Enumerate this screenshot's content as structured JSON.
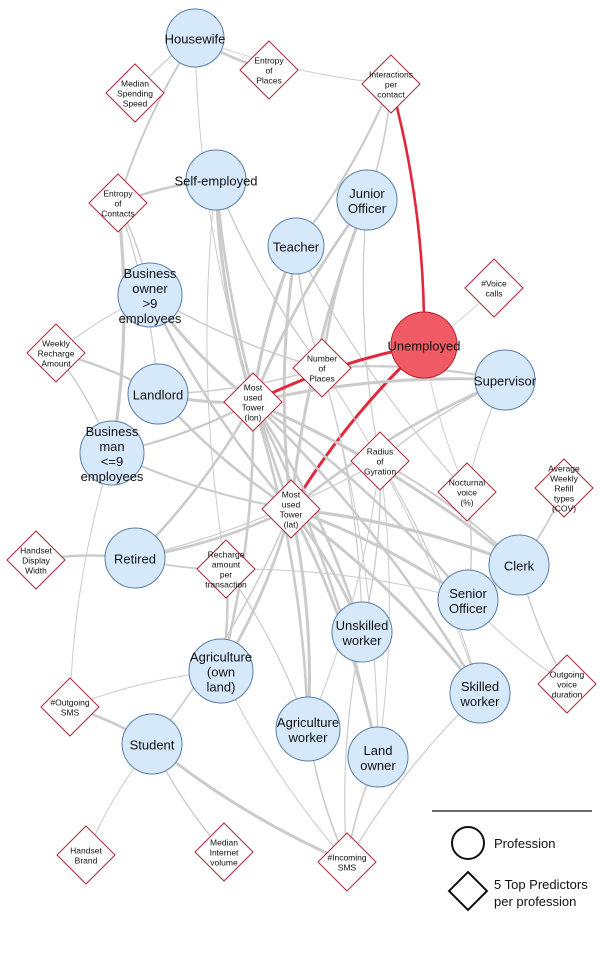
{
  "professions": [
    {
      "id": "housewife",
      "label": "Housewife",
      "highlight": false
    },
    {
      "id": "self_employed",
      "label": "Self-employed",
      "highlight": false
    },
    {
      "id": "junior_officer",
      "label": "Junior Officer",
      "highlight": false
    },
    {
      "id": "teacher",
      "label": "Teacher",
      "highlight": false
    },
    {
      "id": "business_owner",
      "label": "Business owner >9 employees",
      "highlight": false
    },
    {
      "id": "unemployed",
      "label": "Unemployed",
      "highlight": true
    },
    {
      "id": "supervisor",
      "label": "Supervisor",
      "highlight": false
    },
    {
      "id": "landlord",
      "label": "Landlord",
      "highlight": false
    },
    {
      "id": "business_man",
      "label": "Business man <=9 employees",
      "highlight": false
    },
    {
      "id": "retired",
      "label": "Retired",
      "highlight": false
    },
    {
      "id": "clerk",
      "label": "Clerk",
      "highlight": false
    },
    {
      "id": "senior_officer",
      "label": "Senior Officer",
      "highlight": false
    },
    {
      "id": "unskilled_worker",
      "label": "Unskilled worker",
      "highlight": false
    },
    {
      "id": "agriculture_own",
      "label": "Agriculture (own land)",
      "highlight": false
    },
    {
      "id": "skilled_worker",
      "label": "Skilled worker",
      "highlight": false
    },
    {
      "id": "agriculture_worker",
      "label": "Agriculture worker",
      "highlight": false
    },
    {
      "id": "land_owner",
      "label": "Land owner",
      "highlight": false
    },
    {
      "id": "student",
      "label": "Student",
      "highlight": false
    }
  ],
  "predictors": [
    {
      "id": "entropy_places",
      "label": "Entropy of Places"
    },
    {
      "id": "median_spending",
      "label": "Median Spending Speed"
    },
    {
      "id": "interactions",
      "label": "Interactions per contact"
    },
    {
      "id": "entropy_contacts",
      "label": "Entropy of Contacts"
    },
    {
      "id": "voice_calls",
      "label": "#Voice calls"
    },
    {
      "id": "weekly_recharge",
      "label": "Weekly Recharge Amount"
    },
    {
      "id": "number_places",
      "label": "Number of Places"
    },
    {
      "id": "tower_lon",
      "label": "Most used Tower (lon)"
    },
    {
      "id": "radius_gyration",
      "label": "Radius of Gyration"
    },
    {
      "id": "nocturnal_voice",
      "label": "Nocturnal voice (%)"
    },
    {
      "id": "avg_refill",
      "label": "Average Weekly Refill types (COV)"
    },
    {
      "id": "tower_lat",
      "label": "Most used Tower (lat)"
    },
    {
      "id": "handset_width",
      "label": "Handset Display Width"
    },
    {
      "id": "recharge_amount",
      "label": "Recharge amount per transaction"
    },
    {
      "id": "outgoing_voice",
      "label": "Outgoing voice duration"
    },
    {
      "id": "outgoing_sms",
      "label": "#Outgoing SMS"
    },
    {
      "id": "handset_brand",
      "label": "Handset Brand"
    },
    {
      "id": "median_internet",
      "label": "Median Internet volume"
    },
    {
      "id": "incoming_sms",
      "label": "#Incoming SMS"
    }
  ],
  "edges": [
    [
      "housewife",
      "entropy_places",
      2.6
    ],
    [
      "housewife",
      "median_spending",
      1.2
    ],
    [
      "housewife",
      "interactions",
      0.9
    ],
    [
      "housewife",
      "entropy_contacts",
      2.0
    ],
    [
      "housewife",
      "tower_lon",
      1.0
    ],
    [
      "self_employed",
      "entropy_contacts",
      2.6
    ],
    [
      "self_employed",
      "tower_lon",
      3.2
    ],
    [
      "self_employed",
      "tower_lat",
      2.6
    ],
    [
      "self_employed",
      "number_places",
      1.4
    ],
    [
      "self_employed",
      "recharge_amount",
      1.0
    ],
    [
      "junior_officer",
      "interactions",
      1.6
    ],
    [
      "junior_officer",
      "number_places",
      2.6
    ],
    [
      "junior_officer",
      "tower_lon",
      2.8
    ],
    [
      "junior_officer",
      "tower_lat",
      3.0
    ],
    [
      "junior_officer",
      "radius_gyration",
      1.2
    ],
    [
      "teacher",
      "interactions",
      2.2
    ],
    [
      "teacher",
      "tower_lon",
      3.2
    ],
    [
      "teacher",
      "tower_lat",
      3.0
    ],
    [
      "teacher",
      "number_places",
      1.4
    ],
    [
      "teacher",
      "nocturnal_voice",
      1.2
    ],
    [
      "business_owner",
      "entropy_contacts",
      1.4
    ],
    [
      "business_owner",
      "tower_lon",
      3.0
    ],
    [
      "business_owner",
      "tower_lat",
      2.6
    ],
    [
      "business_owner",
      "number_places",
      1.4
    ],
    [
      "business_owner",
      "weekly_recharge",
      1.0
    ],
    [
      "unemployed",
      "interactions",
      2.6
    ],
    [
      "unemployed",
      "voice_calls",
      0.9
    ],
    [
      "unemployed",
      "tower_lon",
      3.0
    ],
    [
      "unemployed",
      "tower_lat",
      3.0
    ],
    [
      "unemployed",
      "nocturnal_voice",
      0.9
    ],
    [
      "supervisor",
      "tower_lon",
      3.0
    ],
    [
      "supervisor",
      "tower_lat",
      2.6
    ],
    [
      "supervisor",
      "number_places",
      2.2
    ],
    [
      "supervisor",
      "radius_gyration",
      1.4
    ],
    [
      "supervisor",
      "nocturnal_voice",
      1.0
    ],
    [
      "landlord",
      "weekly_recharge",
      2.4
    ],
    [
      "landlord",
      "tower_lon",
      3.0
    ],
    [
      "landlord",
      "tower_lat",
      2.6
    ],
    [
      "landlord",
      "number_places",
      1.4
    ],
    [
      "landlord",
      "entropy_contacts",
      1.2
    ],
    [
      "business_man",
      "entropy_contacts",
      3.2
    ],
    [
      "business_man",
      "tower_lon",
      2.2
    ],
    [
      "business_man",
      "tower_lat",
      2.0
    ],
    [
      "business_man",
      "weekly_recharge",
      1.4
    ],
    [
      "business_man",
      "outgoing_sms",
      1.0
    ],
    [
      "retired",
      "tower_lat",
      2.6
    ],
    [
      "retired",
      "tower_lon",
      2.6
    ],
    [
      "retired",
      "handset_width",
      2.4
    ],
    [
      "retired",
      "recharge_amount",
      1.8
    ],
    [
      "retired",
      "radius_gyration",
      1.2
    ],
    [
      "clerk",
      "tower_lat",
      3.2
    ],
    [
      "clerk",
      "tower_lon",
      3.0
    ],
    [
      "clerk",
      "radius_gyration",
      1.8
    ],
    [
      "clerk",
      "avg_refill",
      1.6
    ],
    [
      "clerk",
      "outgoing_voice",
      1.4
    ],
    [
      "senior_officer",
      "tower_lat",
      3.0
    ],
    [
      "senior_officer",
      "tower_lon",
      2.6
    ],
    [
      "senior_officer",
      "nocturnal_voice",
      1.4
    ],
    [
      "senior_officer",
      "outgoing_voice",
      1.0
    ],
    [
      "senior_officer",
      "recharge_amount",
      1.0
    ],
    [
      "unskilled_worker",
      "tower_lat",
      2.8
    ],
    [
      "unskilled_worker",
      "tower_lon",
      2.6
    ],
    [
      "unskilled_worker",
      "radius_gyration",
      1.4
    ],
    [
      "unskilled_worker",
      "incoming_sms",
      1.2
    ],
    [
      "unskilled_worker",
      "number_places",
      1.2
    ],
    [
      "agriculture_own",
      "tower_lat",
      2.8
    ],
    [
      "agriculture_own",
      "tower_lon",
      2.6
    ],
    [
      "agriculture_own",
      "recharge_amount",
      2.4
    ],
    [
      "agriculture_own",
      "outgoing_sms",
      1.0
    ],
    [
      "agriculture_own",
      "incoming_sms",
      1.0
    ],
    [
      "skilled_worker",
      "tower_lat",
      3.0
    ],
    [
      "skilled_worker",
      "tower_lon",
      2.6
    ],
    [
      "skilled_worker",
      "incoming_sms",
      1.2
    ],
    [
      "skilled_worker",
      "radius_gyration",
      1.2
    ],
    [
      "skilled_worker",
      "number_places",
      1.0
    ],
    [
      "agriculture_worker",
      "tower_lat",
      3.0
    ],
    [
      "agriculture_worker",
      "tower_lon",
      2.6
    ],
    [
      "agriculture_worker",
      "incoming_sms",
      1.6
    ],
    [
      "agriculture_worker",
      "recharge_amount",
      1.2
    ],
    [
      "agriculture_worker",
      "radius_gyration",
      1.0
    ],
    [
      "land_owner",
      "tower_lat",
      2.8
    ],
    [
      "land_owner",
      "tower_lon",
      2.4
    ],
    [
      "land_owner",
      "incoming_sms",
      1.6
    ],
    [
      "land_owner",
      "radius_gyration",
      1.0
    ],
    [
      "land_owner",
      "number_places",
      1.0
    ],
    [
      "student",
      "outgoing_sms",
      2.6
    ],
    [
      "student",
      "incoming_sms",
      3.0
    ],
    [
      "student",
      "handset_brand",
      1.0
    ],
    [
      "student",
      "median_internet",
      1.4
    ],
    [
      "student",
      "tower_lat",
      1.6
    ]
  ],
  "legend": {
    "profession_label": "Profession",
    "predictor_label": "5 Top Predictors per profession"
  },
  "colors": {
    "profession_fill": "#d6e9fb",
    "highlight_fill": "#f05a64",
    "highlight_edge": "#e0283a",
    "predictor_stroke": "#a8283a",
    "edge": "#cbcbcb"
  }
}
